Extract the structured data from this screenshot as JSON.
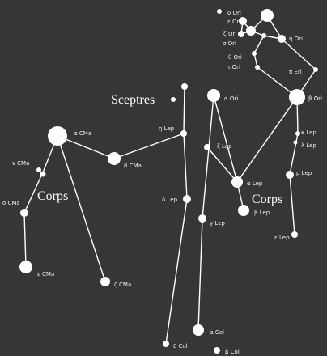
{
  "labels": {
    "sceptres": "Sceptres",
    "corps_left": "Corps",
    "corps_right": "Corps"
  },
  "stars": [
    {
      "id": "delta_ori",
      "label": "δ Ori"
    },
    {
      "id": "epsilon_ori",
      "label": "ε Ori"
    },
    {
      "id": "zeta_ori",
      "label": "ζ Ori"
    },
    {
      "id": "sigma_ori",
      "label": "σ Ori"
    },
    {
      "id": "eta_ori",
      "label": "η Ori"
    },
    {
      "id": "theta_ori",
      "label": "θ Ori"
    },
    {
      "id": "iota_ori",
      "label": "ι Ori"
    },
    {
      "id": "pi_ori",
      "label": "π Eri"
    },
    {
      "id": "beta_ori",
      "label": "β Ori"
    },
    {
      "id": "alpha_ori",
      "label": "α Ori"
    },
    {
      "id": "alpha_cma",
      "label": "α CMa"
    },
    {
      "id": "beta_cma",
      "label": "β CMa"
    },
    {
      "id": "nu_cma",
      "label": "ν CMa"
    },
    {
      "id": "omicron_cma",
      "label": "ο CMa"
    },
    {
      "id": "epsilon_cma",
      "label": "ε CMa"
    },
    {
      "id": "zeta_cma",
      "label": "ζ CMa"
    },
    {
      "id": "eta_lep",
      "label": "η Lep"
    },
    {
      "id": "zeta_lep",
      "label": "ζ Lep"
    },
    {
      "id": "delta_lep",
      "label": "δ Lep"
    },
    {
      "id": "alpha_lep",
      "label": "α Lep"
    },
    {
      "id": "beta_lep",
      "label": "β Lep"
    },
    {
      "id": "gamma_lep",
      "label": "γ Lep"
    },
    {
      "id": "kappa_lep",
      "label": "κ Lep"
    },
    {
      "id": "lambda_lep",
      "label": "λ Lep"
    },
    {
      "id": "mu_lep",
      "label": "μ Lep"
    },
    {
      "id": "epsilon_lep",
      "label": "ε Lep"
    },
    {
      "id": "alpha_col",
      "label": "α Col"
    },
    {
      "id": "beta_col",
      "label": "β Col"
    },
    {
      "id": "delta_col",
      "label": "δ Col"
    }
  ]
}
